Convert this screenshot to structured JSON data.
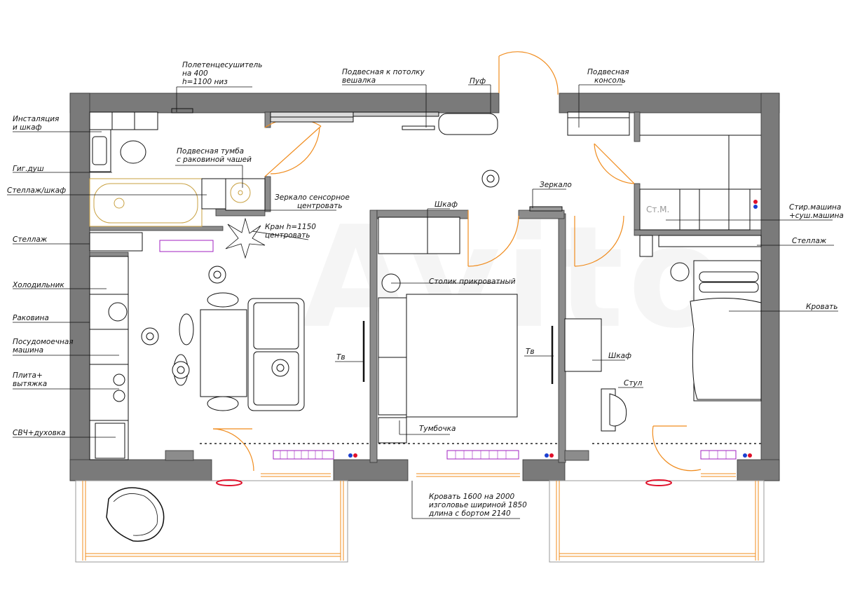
{
  "labels": {
    "towel_dryer": [
      "Полетенцесушитель",
      "на 400",
      "h=1100 низ"
    ],
    "installation": [
      "Инсталяция",
      "и шкаф"
    ],
    "hyg_shower": "Гиг.душ",
    "rack_cabinet": "Стеллаж/шкаф",
    "rack_left": "Стеллаж",
    "fridge": "Холодильник",
    "sink": "Раковина",
    "dishwasher": [
      "Посудомоечная",
      "машина"
    ],
    "stove": [
      "Плита+",
      "вытяжка"
    ],
    "microwave": "СВЧ+духовка",
    "vanity": [
      "Подвесная тумба",
      "с раковиной чашей"
    ],
    "mirror_sensor": [
      "Зеркало сенсорное",
      "центровать"
    ],
    "faucet": [
      "Кран h=1150",
      "центровать"
    ],
    "ceiling_hanger": [
      "Подвесная к потолку",
      "вешалка"
    ],
    "pouf": "Пуф",
    "console": [
      "Подвесная",
      "консоль"
    ],
    "mirror": "Зеркало",
    "wardrobe_top": "Шкаф",
    "bedside_table": "Столик прикроватный",
    "tv_left": "Тв",
    "tv_right": "Тв",
    "nightstand": "Тумбочка",
    "washer_short": "Ст.М.",
    "washer_dryer": [
      "Стир.машина",
      "+суш.машина"
    ],
    "rack_right": "Стеллаж",
    "bed": "Кровать",
    "wardrobe_right": "Шкаф",
    "chair": "Стул",
    "bed_note": [
      "Кровать 1600 на 2000",
      "изголовье шириной 1850",
      "длина с бортом 2140"
    ]
  },
  "watermark": "Avito",
  "colors": {
    "wall": "#7a7a7a",
    "line": "#1a1a1a",
    "door": "#f08c1e",
    "radiator": "#a020c0",
    "bath": "#c8a040",
    "vent": "#e0102a"
  }
}
